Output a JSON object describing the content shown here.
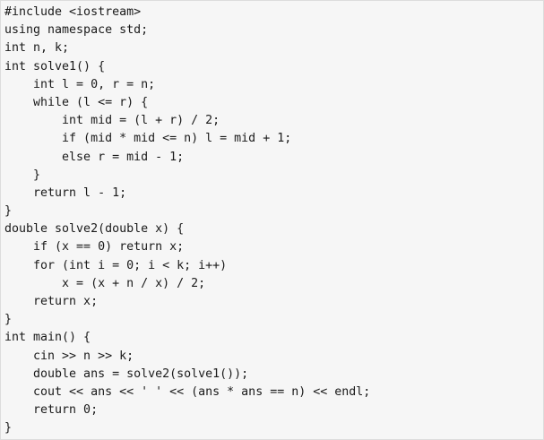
{
  "code": {
    "lines": [
      "#include <iostream>",
      "using namespace std;",
      "int n, k;",
      "int solve1() {",
      "    int l = 0, r = n;",
      "    while (l <= r) {",
      "        int mid = (l + r) / 2;",
      "        if (mid * mid <= n) l = mid + 1;",
      "        else r = mid - 1;",
      "    }",
      "    return l - 1;",
      "}",
      "double solve2(double x) {",
      "    if (x == 0) return x;",
      "    for (int i = 0; i < k; i++)",
      "        x = (x + n / x) / 2;",
      "    return x;",
      "}",
      "int main() {",
      "    cin >> n >> k;",
      "    double ans = solve2(solve1());",
      "    cout << ans << ' ' << (ans * ans == n) << endl;",
      "    return 0;",
      "}"
    ]
  }
}
